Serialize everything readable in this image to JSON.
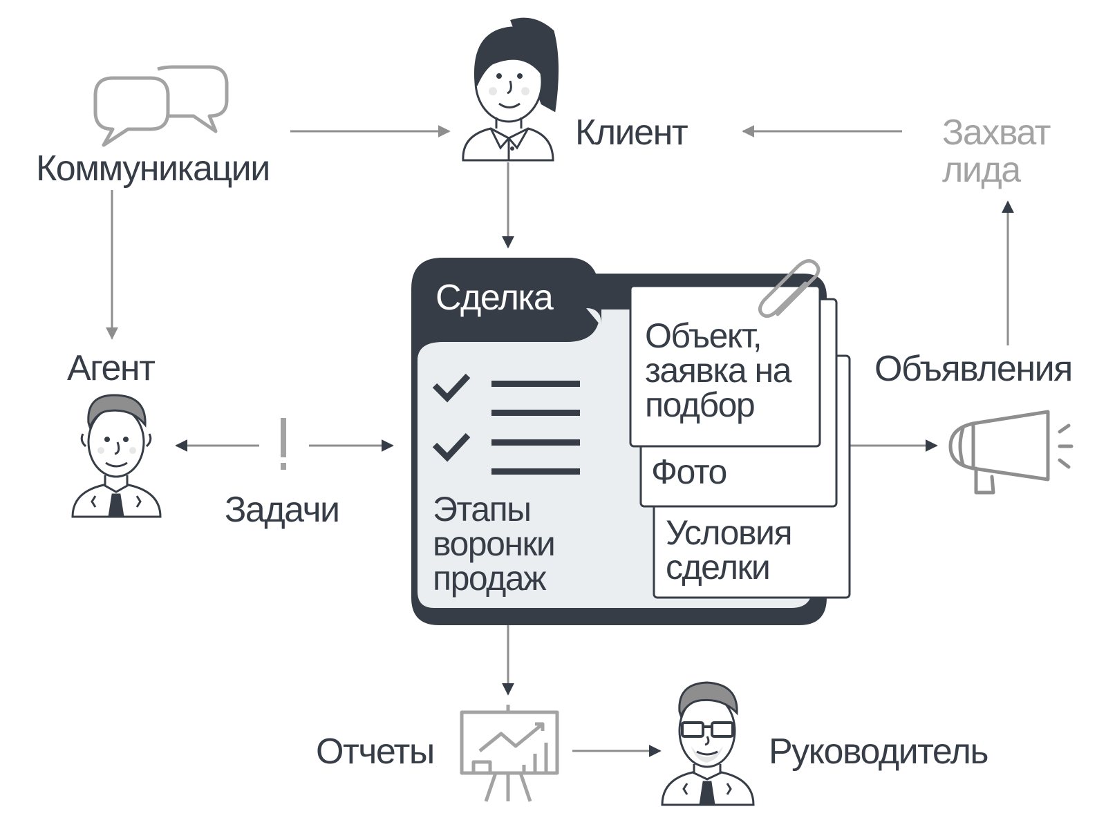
{
  "colors": {
    "dark": "#363d47",
    "gray": "#8e8e8e",
    "light": "#a3a3a3",
    "panel": "#ebeef0",
    "white": "#ffffff"
  },
  "icons": {
    "communications": "speech-bubbles-icon",
    "client": "woman-avatar-icon",
    "agent": "man-avatar-icon",
    "tasks": "exclamation-icon",
    "ads": "megaphone-icon",
    "reports": "presentation-board-icon",
    "manager": "man-with-glasses-avatar-icon",
    "attachment": "paperclip-icon",
    "checks": "checkmark-icon"
  },
  "labels": {
    "communications": "Коммуникации",
    "client": "Клиент",
    "lead_capture": "Захват\nлида",
    "agent": "Агент",
    "tasks": "Задачи",
    "ads": "Объявления",
    "reports": "Отчеты",
    "manager": "Руководитель"
  },
  "deal": {
    "title": "Сделка",
    "stages": "Этапы\nворонки\nпродаж",
    "cards": {
      "object": "Объект,\nзаявка на\nподбор",
      "photo": "Фото",
      "terms": "Условия\nсделки"
    }
  }
}
